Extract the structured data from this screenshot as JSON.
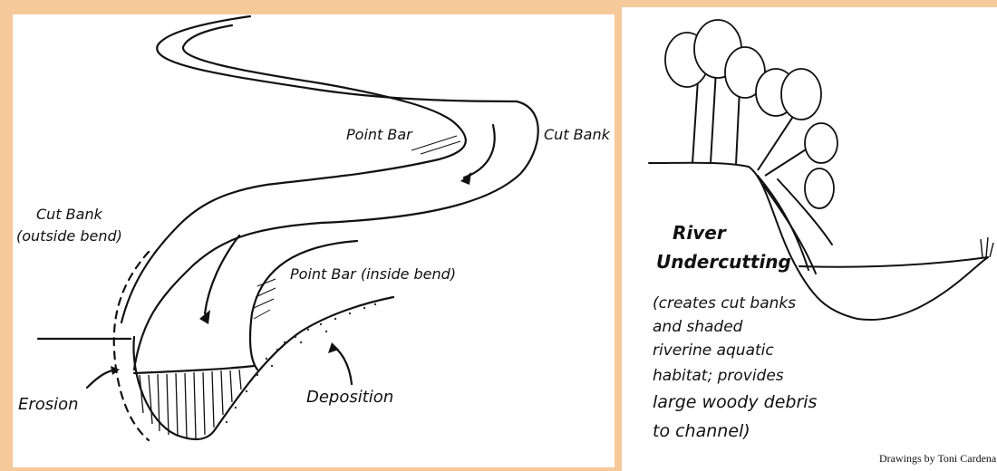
{
  "left_diagram": {
    "labels": {
      "point_bar_top": "Point Bar",
      "cut_bank_right": "Cut Bank",
      "cut_bank_left_line1": "Cut Bank",
      "cut_bank_left_line2": "(outside bend)",
      "point_bar_inside": "Point Bar (inside bend)",
      "erosion": "Erosion",
      "deposition": "Deposition"
    }
  },
  "right_diagram": {
    "title_line1": "River",
    "title_line2": "Undercutting",
    "caption_lines": [
      "(creates cut banks",
      "and shaded",
      "riverine aquatic",
      "habitat; provides",
      "large woody debris",
      "to channel)"
    ],
    "credit": "Drawings by Toni Cardena"
  }
}
